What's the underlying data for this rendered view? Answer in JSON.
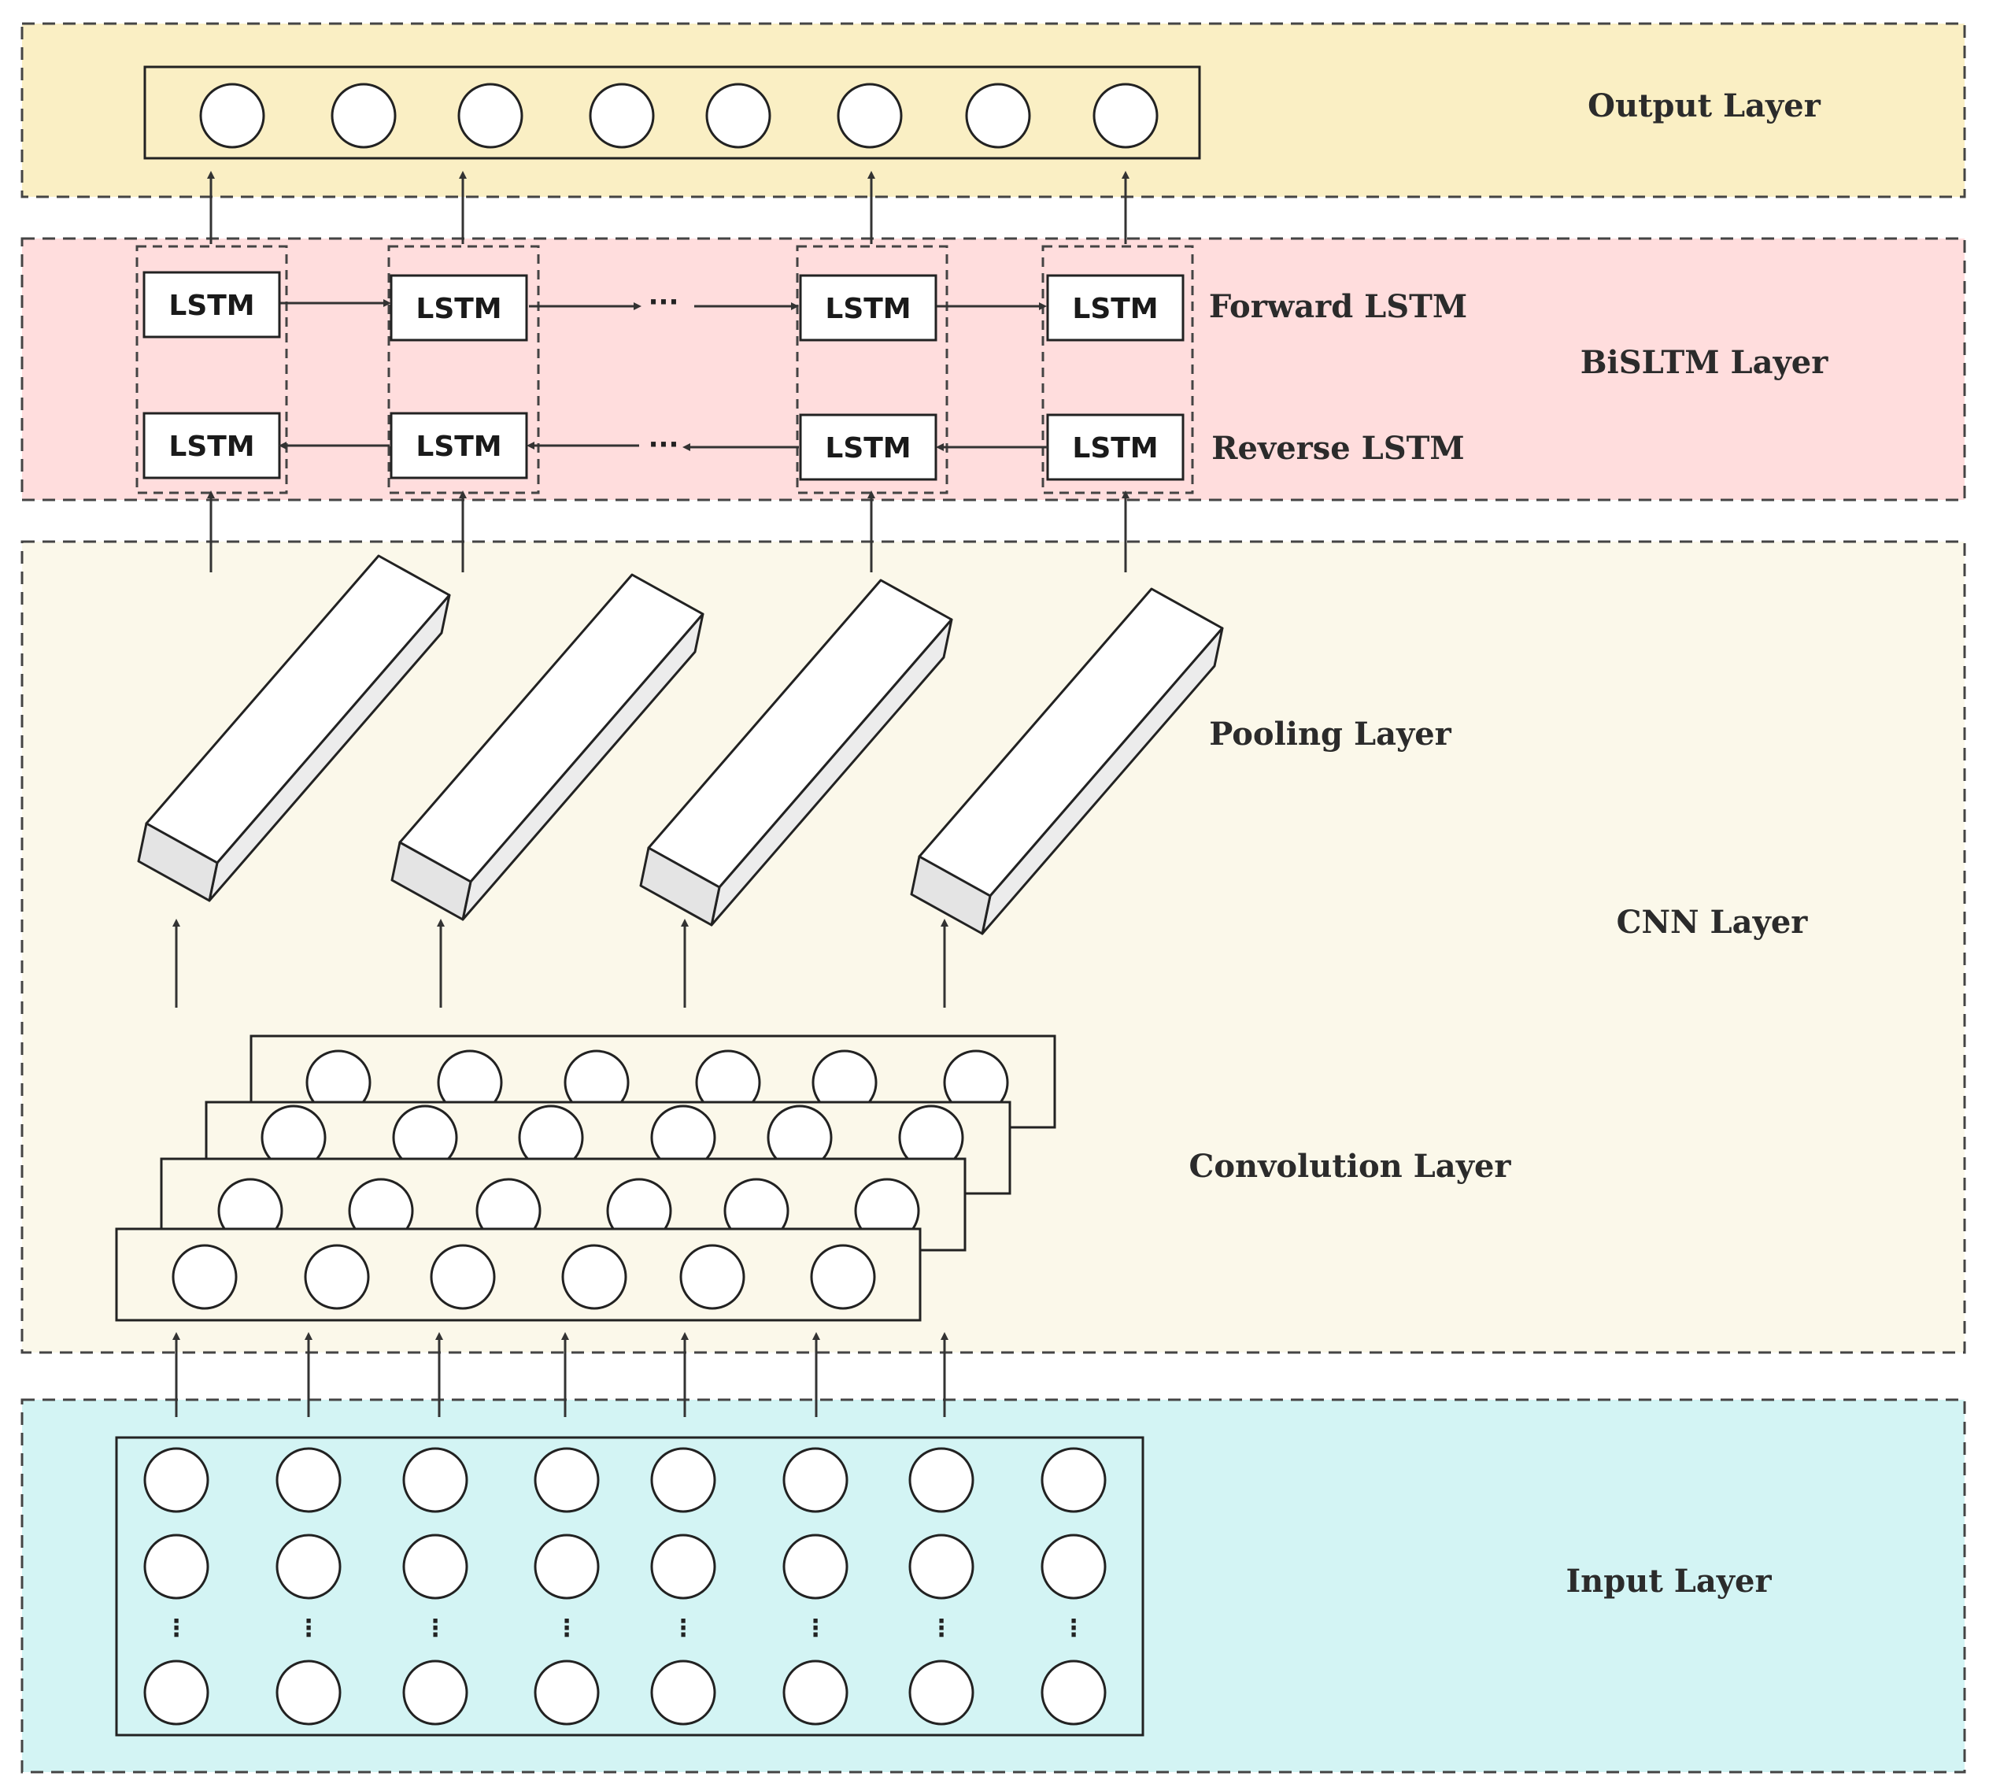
{
  "layers": {
    "output": {
      "label": "Output Layer",
      "fill": "#faefc4"
    },
    "bilstm": {
      "label": "BiSLTM Layer",
      "fill": "#ffdddd",
      "forward_label": "Forward LSTM",
      "reverse_label": "Reverse LSTM",
      "cell_label": "LSTM",
      "ellipsis": "···"
    },
    "cnn": {
      "label": "CNN Layer",
      "fill": "#fbf8ea",
      "pooling_label": "Pooling Layer",
      "convolution_label": "Convolution Layer"
    },
    "input": {
      "label": "Input Layer",
      "fill": "#d3f4f4",
      "ellipsis": "⋮"
    }
  }
}
